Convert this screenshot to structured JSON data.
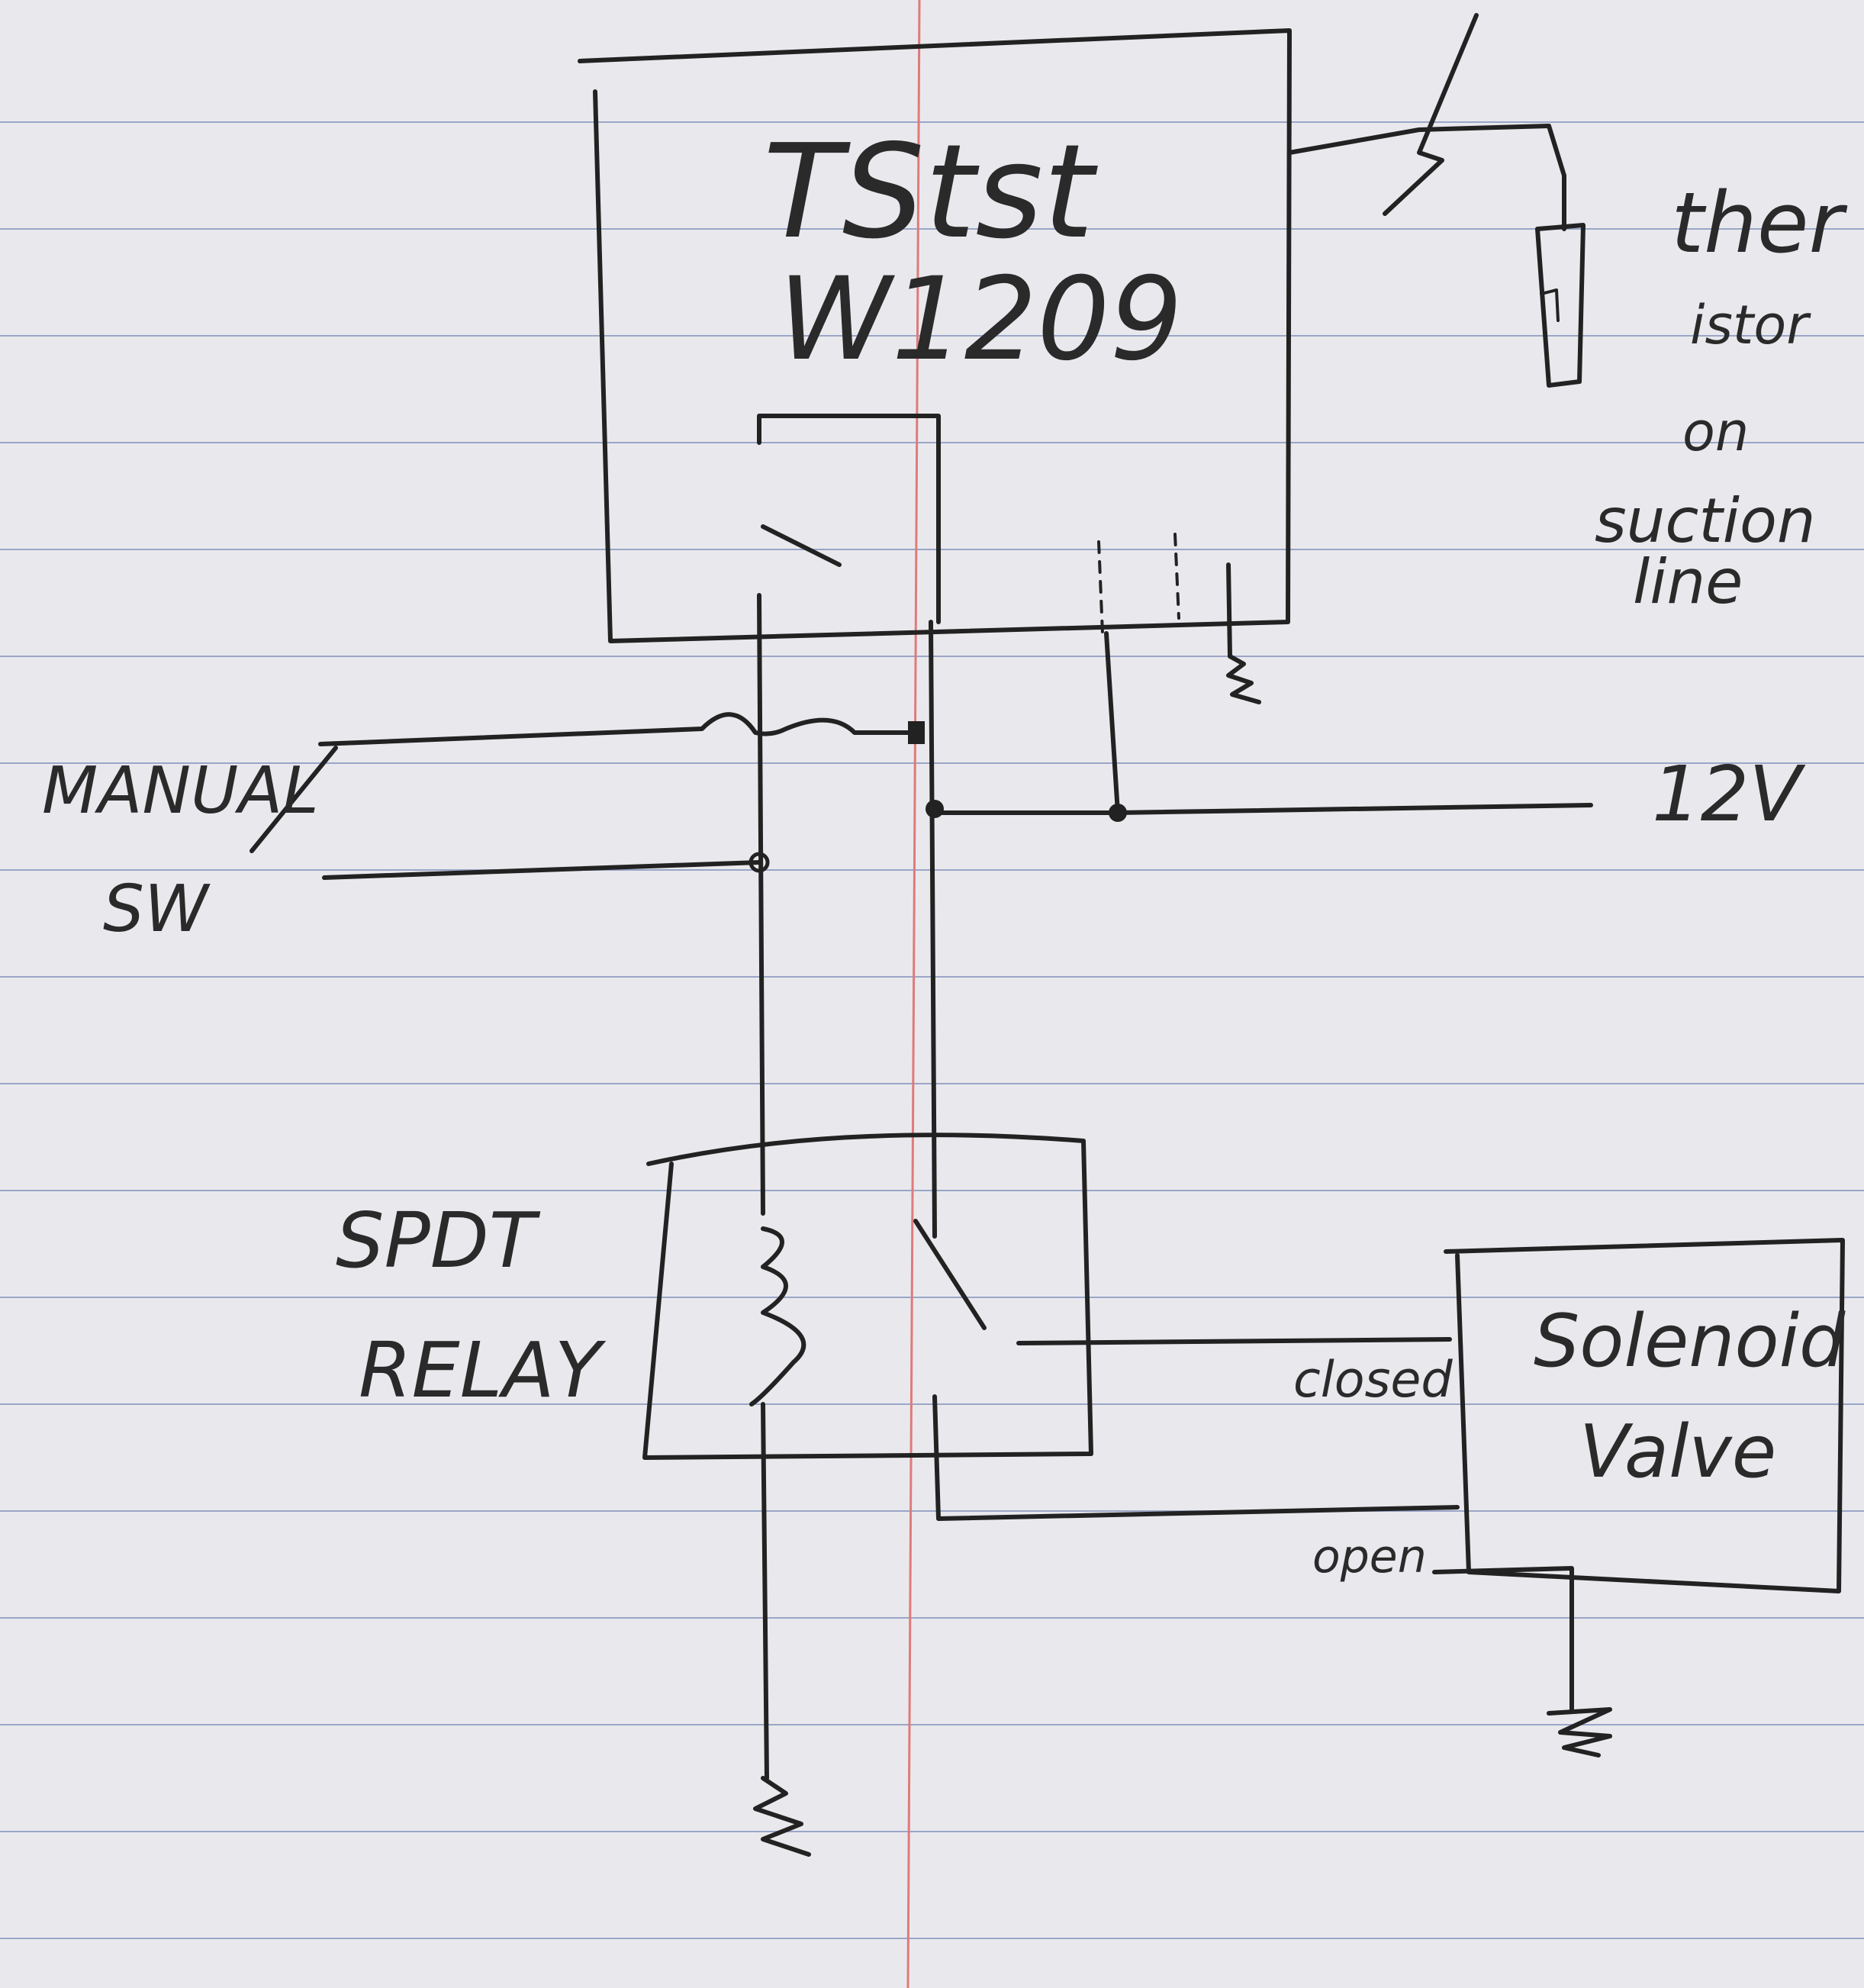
{
  "labels": {
    "thermostat_line1": "TStst",
    "thermostat_line2": "W1209",
    "thermistor_line1": "ther",
    "thermistor_line2": "istor",
    "thermistor_line3": "on",
    "thermistor_line4": "suction",
    "thermistor_line5": "line",
    "manual_switch_line1": "MANUAL",
    "manual_switch_line2": "SW",
    "supply": "12V",
    "relay_line1": "SPDT",
    "relay_line2": "RELAY",
    "valve_line1": "Solenoid",
    "valve_line2": "Valve",
    "valve_closed": "closed",
    "valve_open": "open"
  },
  "colors": {
    "paper": "#e9e9ed",
    "ink": "#222222",
    "ruled_lines": "#9aa6c8",
    "margin_line": "#e07a7a"
  }
}
